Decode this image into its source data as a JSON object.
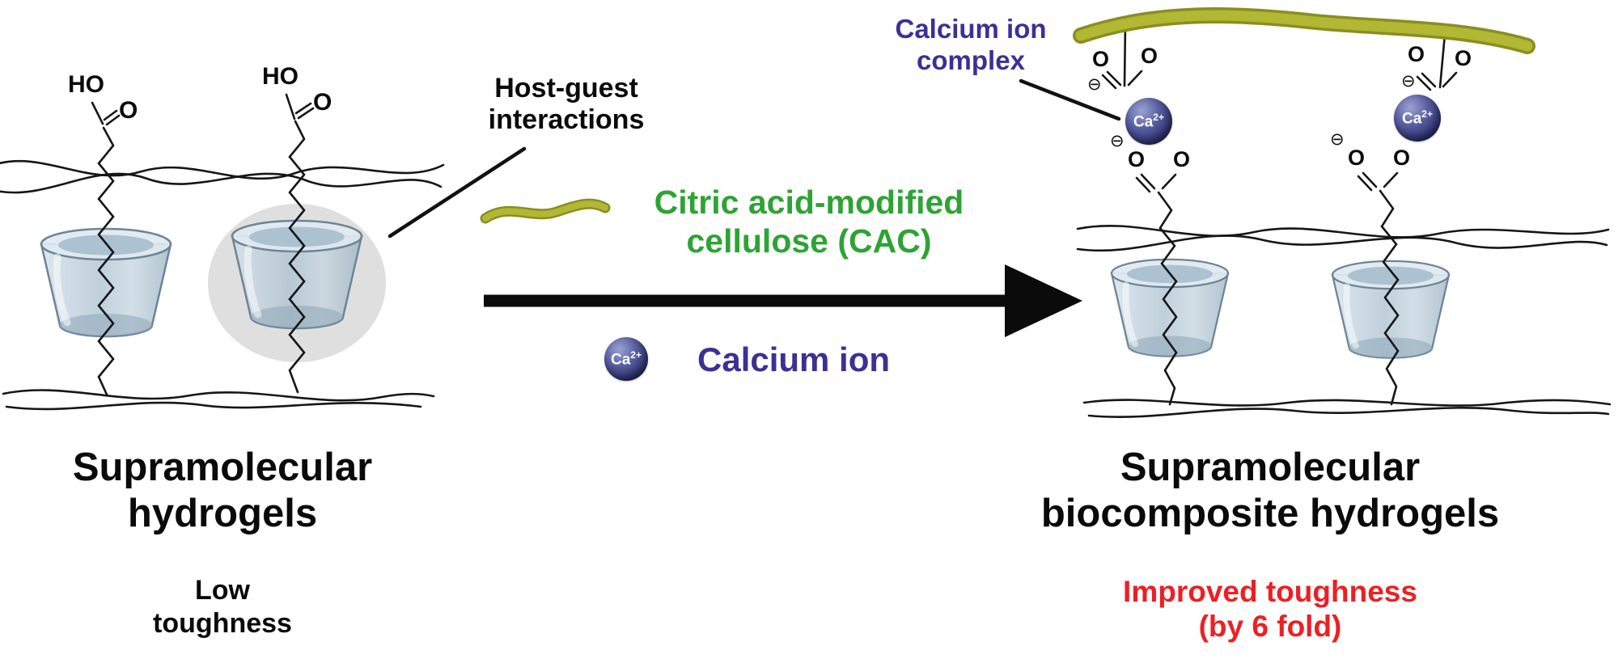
{
  "figure": {
    "left": {
      "title_line1": "Supramolecular",
      "title_line2": "hydrogels",
      "subtitle_line1": "Low",
      "subtitle_line2": "toughness",
      "hydroxyl_label": "HO",
      "oxygen_label": "O",
      "host_guest_line1": "Host-guest",
      "host_guest_line2": "interactions"
    },
    "center": {
      "cac_line1": "Citric acid-modified",
      "cac_line2": "cellulose (CAC)",
      "calcium_ion_label": "Calcium ion",
      "calcium_symbol": "Ca",
      "calcium_charge": "2+"
    },
    "right": {
      "complex_line1": "Calcium ion",
      "complex_line2": "complex",
      "title_line1": "Supramolecular",
      "title_line2": "biocomposite hydrogels",
      "subtitle_line1": "Improved toughness",
      "subtitle_line2": "(by 6 fold)",
      "oxygen_label": "O",
      "charge_minus": "⊖"
    },
    "colors": {
      "accent_green": "#2EA335",
      "accent_purple": "#3B3193",
      "accent_red": "#EC2024",
      "strand_olive": "#A9AE2B",
      "sphere_navy": "#2B2F6B",
      "cup_blue": "#AEC3D1"
    }
  }
}
